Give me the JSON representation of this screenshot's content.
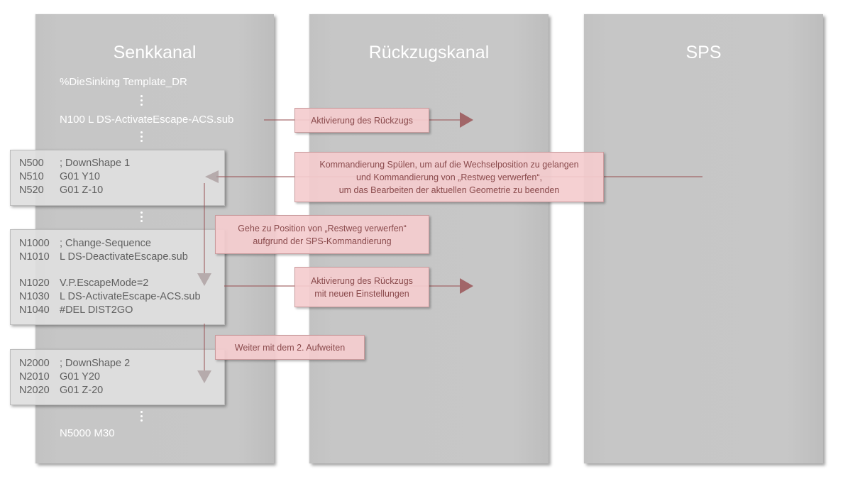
{
  "columns": {
    "senk": {
      "title": "Senkkanal"
    },
    "rueck": {
      "title": "Rückzugskanal"
    },
    "sps": {
      "title": "SPS"
    }
  },
  "program": {
    "header": "%DieSinking Template_DR",
    "n100": "N100  L DS-ActivateEscape-ACS.sub",
    "end": "N5000 M30"
  },
  "block1": [
    {
      "num": "N500",
      "cmd": "; DownShape 1"
    },
    {
      "num": "N510",
      "cmd": "G01 Y10"
    },
    {
      "num": "N520",
      "cmd": "G01 Z-10"
    }
  ],
  "block2": [
    {
      "num": "N1000",
      "cmd": "; Change-Sequence"
    },
    {
      "num": "N1010",
      "cmd": "L DS-DeactivateEscape.sub"
    },
    {
      "num": "N1020",
      "cmd": "V.P.EscapeMode=2"
    },
    {
      "num": "N1030",
      "cmd": "L DS-ActivateEscape-ACS.sub"
    },
    {
      "num": "N1040",
      "cmd": "#DEL DIST2GO"
    }
  ],
  "block3": [
    {
      "num": "N2000",
      "cmd": "; DownShape 2"
    },
    {
      "num": "N2010",
      "cmd": "G01 Y20"
    },
    {
      "num": "N2020",
      "cmd": "G01 Z-20"
    }
  ],
  "notes": {
    "activate": [
      "Aktivierung des Rückzugs"
    ],
    "command": [
      "Kommandierung Spülen, um auf die   Wechselposition zu gelangen",
      "und Kommandierung von „Restweg verwerfen“,",
      "um das Bearbeiten der aktuellen Geometrie zu beenden"
    ],
    "goto": [
      "Gehe zu Position von „Restweg verwerfen“",
      "aufgrund der SPS-Kommandierung"
    ],
    "activate_new": [
      "Aktivierung des Rückzugs",
      "mit neuen Einstellungen"
    ],
    "continue": [
      "Weiter mit dem 2. Aufweiten"
    ]
  },
  "colors": {
    "column": "#c6c6c6",
    "arrow": "#9a5557",
    "note_fill": "#f4ccce",
    "note_text": "#8a4a4c",
    "code_text": "#606060"
  }
}
